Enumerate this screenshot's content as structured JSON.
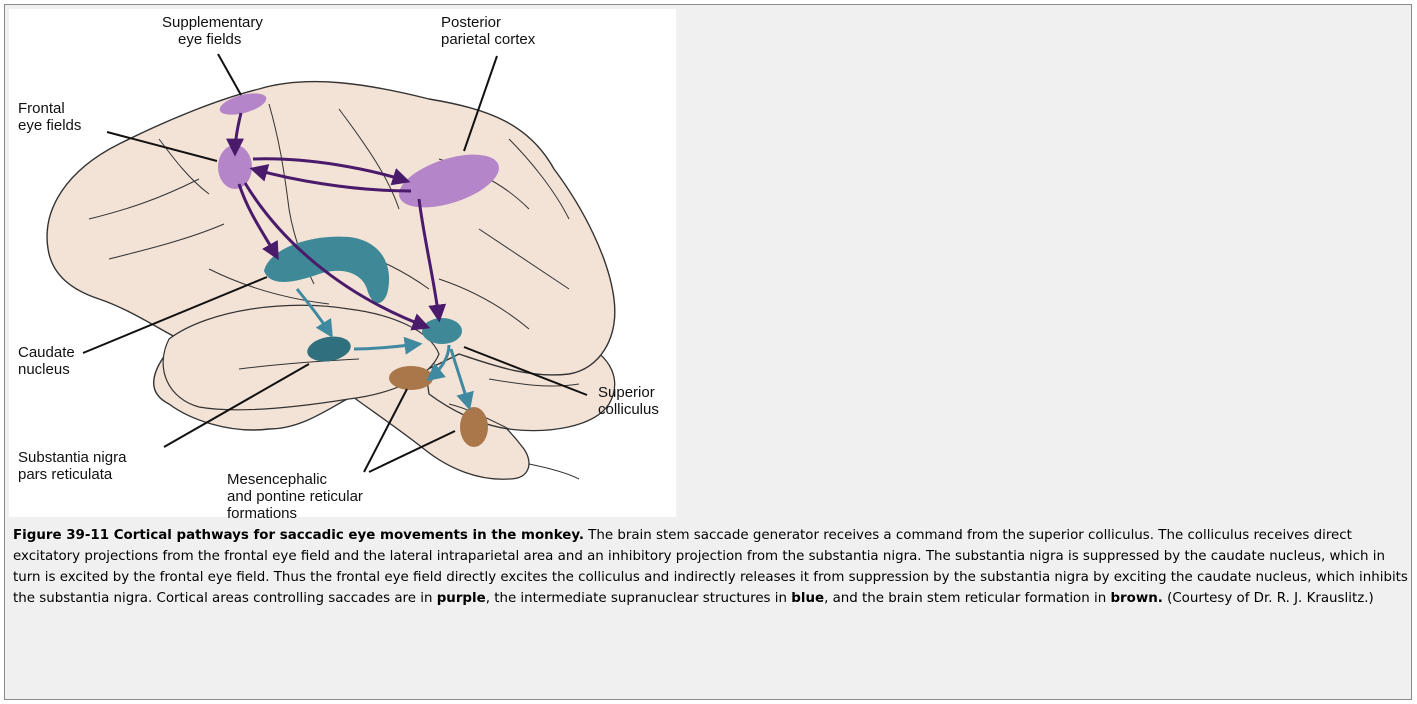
{
  "figure": {
    "labels": {
      "supplementary_1": "Supplementary",
      "supplementary_2": "eye fields",
      "posterior_1": "Posterior",
      "posterior_2": "parietal cortex",
      "frontal_1": "Frontal",
      "frontal_2": "eye fields",
      "caudate_1": "Caudate",
      "caudate_2": "nucleus",
      "superior_1": "Superior",
      "superior_2": "colliculus",
      "nigra_1": "Substantia nigra",
      "nigra_2": "pars reticulata",
      "reticular_1": "Mesencephalic",
      "reticular_2": "and pontine reticular",
      "reticular_3": "formations"
    },
    "colors": {
      "brain": "#f3e2d6",
      "purple": "#b485c9",
      "blue": "#3e8897",
      "brown": "#a9774a",
      "arrow_purple": "#4a1a6b",
      "arrow_blue": "#3f8aa0"
    }
  },
  "caption": {
    "title": "Figure 39-11 Cortical pathways for saccadic eye movements in the monkey.",
    "body_1": " The brain stem saccade generator receives a command from the superior colliculus. The colliculus receives direct excitatory projections from the frontal eye field and the lateral intraparietal area and an inhibitory projection from the substantia nigra. The substantia nigra is suppressed by the caudate nucleus, which in turn is excited by the frontal eye field. Thus the frontal eye field directly excites the colliculus and indirectly releases it from suppression by the substantia nigra by exciting the caudate nucleus, which inhibits the substantia nigra. Cortical areas controlling saccades are in ",
    "purple": "purple",
    "body_2": ", the intermediate supranuclear structures in ",
    "blue": "blue",
    "body_3": ", and the brain stem reticular formation in ",
    "brown": "brown.",
    "body_4": " (Courtesy of Dr. R. J. Krauslitz.)"
  }
}
